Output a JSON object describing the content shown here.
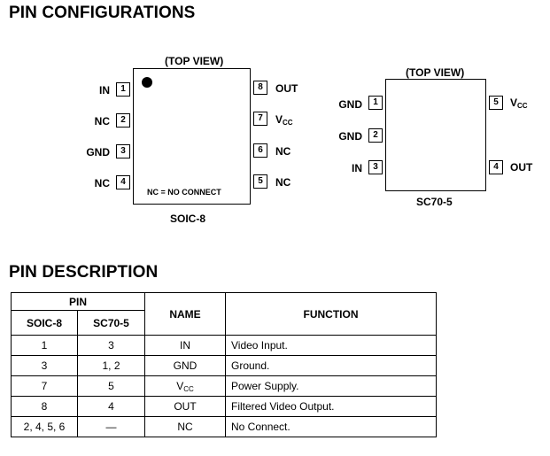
{
  "headings": {
    "pin_configurations": "PIN CONFIGURATIONS",
    "pin_description": "PIN DESCRIPTION"
  },
  "soic8": {
    "top_view": "(TOP VIEW)",
    "package": "SOIC-8",
    "note": "NC = NO CONNECT",
    "left_pins": [
      {
        "num": "1",
        "label": "IN"
      },
      {
        "num": "2",
        "label": "NC"
      },
      {
        "num": "3",
        "label": "GND"
      },
      {
        "num": "4",
        "label": "NC"
      }
    ],
    "right_pins": [
      {
        "num": "8",
        "label": "OUT"
      },
      {
        "num": "7",
        "label": "V",
        "sub": "CC"
      },
      {
        "num": "6",
        "label": "NC"
      },
      {
        "num": "5",
        "label": "NC"
      }
    ]
  },
  "sc70": {
    "top_view": "(TOP VIEW)",
    "package": "SC70-5",
    "left_pins": [
      {
        "num": "1",
        "label": "GND"
      },
      {
        "num": "2",
        "label": "GND"
      },
      {
        "num": "3",
        "label": "IN"
      }
    ],
    "right_pins": [
      {
        "num": "5",
        "label": "V",
        "sub": "CC"
      },
      {
        "num": "4",
        "label": "OUT"
      }
    ]
  },
  "table": {
    "header": {
      "pin": "PIN",
      "soic8": "SOIC-8",
      "sc70": "SC70-5",
      "name": "NAME",
      "function": "FUNCTION"
    },
    "rows": [
      {
        "soic8": "1",
        "sc70": "3",
        "name": "IN",
        "name_sub": "",
        "function": "Video Input."
      },
      {
        "soic8": "3",
        "sc70": "1, 2",
        "name": "GND",
        "name_sub": "",
        "function": "Ground."
      },
      {
        "soic8": "7",
        "sc70": "5",
        "name": "V",
        "name_sub": "CC",
        "function": "Power Supply."
      },
      {
        "soic8": "8",
        "sc70": "4",
        "name": "OUT",
        "name_sub": "",
        "function": "Filtered Video Output."
      },
      {
        "soic8": "2, 4, 5, 6",
        "sc70": "—",
        "name": "NC",
        "name_sub": "",
        "function": "No Connect."
      }
    ]
  }
}
